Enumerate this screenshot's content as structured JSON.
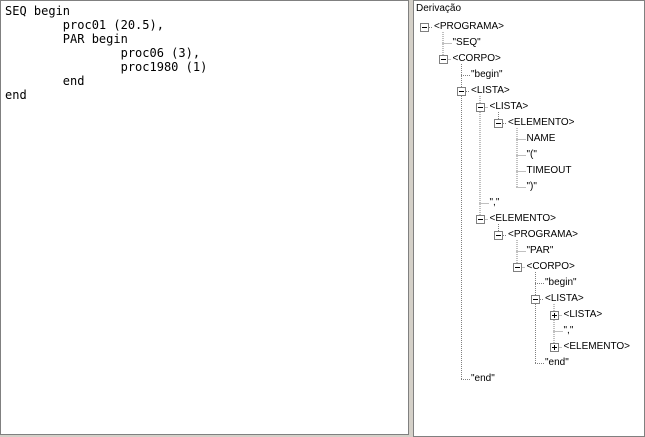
{
  "editor": {
    "lines": [
      "SEQ begin",
      "        proc01 (20.5),",
      "        PAR begin",
      "                proc06 (3),",
      "                proc1980 (1)",
      "        end",
      "end"
    ]
  },
  "panel": {
    "title": "Derivação"
  },
  "tree": [
    {
      "label": "<PROGRAMA>",
      "depth": 0,
      "exp": "minus"
    },
    {
      "label": "\"SEQ\"",
      "depth": 1,
      "exp": null
    },
    {
      "label": "<CORPO>",
      "depth": 1,
      "exp": "minus"
    },
    {
      "label": "\"begin\"",
      "depth": 2,
      "exp": null
    },
    {
      "label": "<LISTA>",
      "depth": 2,
      "exp": "minus"
    },
    {
      "label": "<LISTA>",
      "depth": 3,
      "exp": "minus"
    },
    {
      "label": "<ELEMENTO>",
      "depth": 4,
      "exp": "minus"
    },
    {
      "label": "NAME",
      "depth": 5,
      "exp": null
    },
    {
      "label": "\"(\"",
      "depth": 5,
      "exp": null
    },
    {
      "label": "TIMEOUT",
      "depth": 5,
      "exp": null
    },
    {
      "label": "\")\"",
      "depth": 5,
      "exp": null
    },
    {
      "label": "\",\"",
      "depth": 3,
      "exp": null
    },
    {
      "label": "<ELEMENTO>",
      "depth": 3,
      "exp": "minus"
    },
    {
      "label": "<PROGRAMA>",
      "depth": 4,
      "exp": "minus"
    },
    {
      "label": "\"PAR\"",
      "depth": 5,
      "exp": null
    },
    {
      "label": "<CORPO>",
      "depth": 5,
      "exp": "minus"
    },
    {
      "label": "\"begin\"",
      "depth": 6,
      "exp": null
    },
    {
      "label": "<LISTA>",
      "depth": 6,
      "exp": "minus"
    },
    {
      "label": "<LISTA>",
      "depth": 7,
      "exp": "plus"
    },
    {
      "label": "\",\"",
      "depth": 7,
      "exp": null
    },
    {
      "label": "<ELEMENTO>",
      "depth": 7,
      "exp": "plus"
    },
    {
      "label": "\"end\"",
      "depth": 6,
      "exp": null
    },
    {
      "label": "\"end\"",
      "depth": 2,
      "exp": null
    }
  ]
}
